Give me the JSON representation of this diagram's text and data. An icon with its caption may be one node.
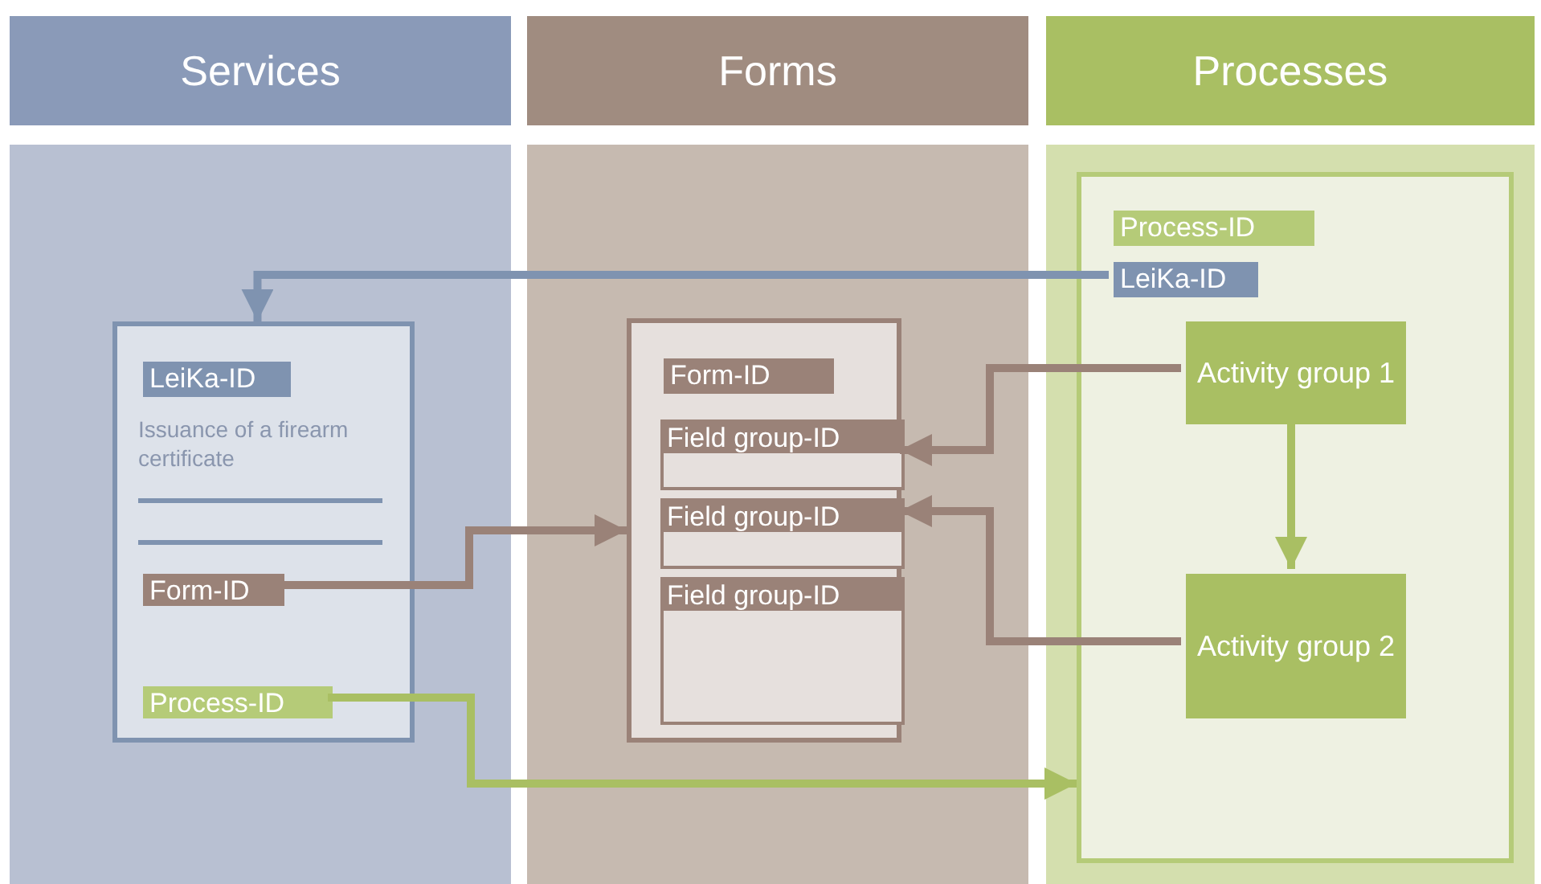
{
  "diagram": {
    "nodes": [
      {
        "text": [
          "Services"
        ]
      },
      {
        "text": [
          "Issuance of a firearm certificate"
        ],
        "in": 0
      },
      {
        "text": [
          "LeiKa-ID"
        ],
        "in": 1
      },
      {
        "text": [
          "Form-ID"
        ],
        "in": 1
      },
      {
        "text": [
          "Process-ID"
        ],
        "in": 1
      },
      {
        "text": [
          "Forms"
        ]
      },
      {
        "text": [],
        "shape": "box",
        "in": 5
      },
      {
        "text": [
          "Form-ID"
        ],
        "in": 6
      },
      {
        "text": [
          "Field group-ID"
        ],
        "in": 6
      },
      {
        "text": [
          "Field group-ID"
        ],
        "in": 6
      },
      {
        "text": [
          "Field group-ID"
        ],
        "in": 6
      },
      {
        "text": [
          "Processes"
        ]
      },
      {
        "text": [],
        "shape": "box",
        "in": 11
      },
      {
        "text": [
          "Process-ID"
        ],
        "in": 12
      },
      {
        "text": [
          "LeiKa-ID"
        ],
        "in": 12
      },
      {
        "text": [
          "Activity group 1"
        ],
        "in": 12
      },
      {
        "text": [
          "Activity group 2"
        ],
        "in": 12
      }
    ],
    "edges": [
      {
        "from": 14,
        "to": 1,
        "arrow": "to",
        "color": "#7f93b0"
      },
      {
        "from": 3,
        "to": 6,
        "arrow": "to",
        "color": "#9a8278"
      },
      {
        "from": 4,
        "to": 12,
        "arrow": "to",
        "color": "#a9bf63"
      },
      {
        "from": 15,
        "to": 8,
        "arrow": "to",
        "color": "#9a8278"
      },
      {
        "from": 16,
        "to": 9,
        "arrow": "to",
        "color": "#9a8278"
      },
      {
        "from": 15,
        "to": 16,
        "arrow": "to",
        "color": "#a9bf63"
      }
    ]
  }
}
